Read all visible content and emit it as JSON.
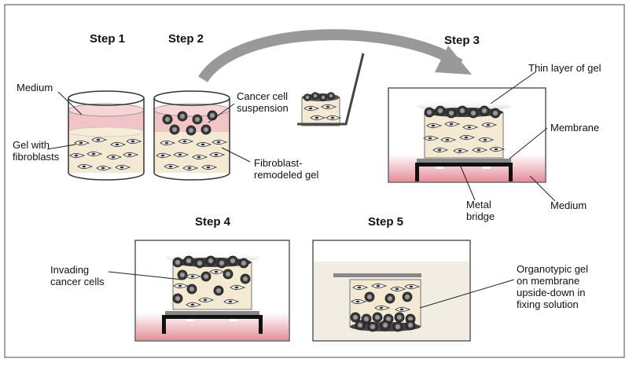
{
  "steps": {
    "s1": "Step 1",
    "s2": "Step 2",
    "s3": "Step 3",
    "s4": "Step 4",
    "s5": "Step 5"
  },
  "labels": {
    "medium_left": "Medium",
    "gel_with_1": "Gel with",
    "gel_with_2": "fibroblasts",
    "cancer_susp_1": "Cancer cell",
    "cancer_susp_2": "suspension",
    "fibro_remodeled_1": "Fibroblast-",
    "fibro_remodeled_2": "remodeled gel",
    "thin_layer": "Thin layer of gel",
    "membrane": "Membrane",
    "metal_1": "Metal",
    "metal_2": "bridge",
    "medium_right": "Medium",
    "invading_1": "Invading",
    "invading_2": "cancer cells",
    "organo_1": "Organotypic gel",
    "organo_2": "on membrane",
    "organo_3": "upside-down in",
    "organo_4": "fixing solution"
  },
  "colors": {
    "medium": "#f2c4c8",
    "gel": "#f4e9d2",
    "cancer_cell": "#3a3a3a",
    "medium_gradient": "#e8909a",
    "fixing_solution": "#f1ede2"
  }
}
